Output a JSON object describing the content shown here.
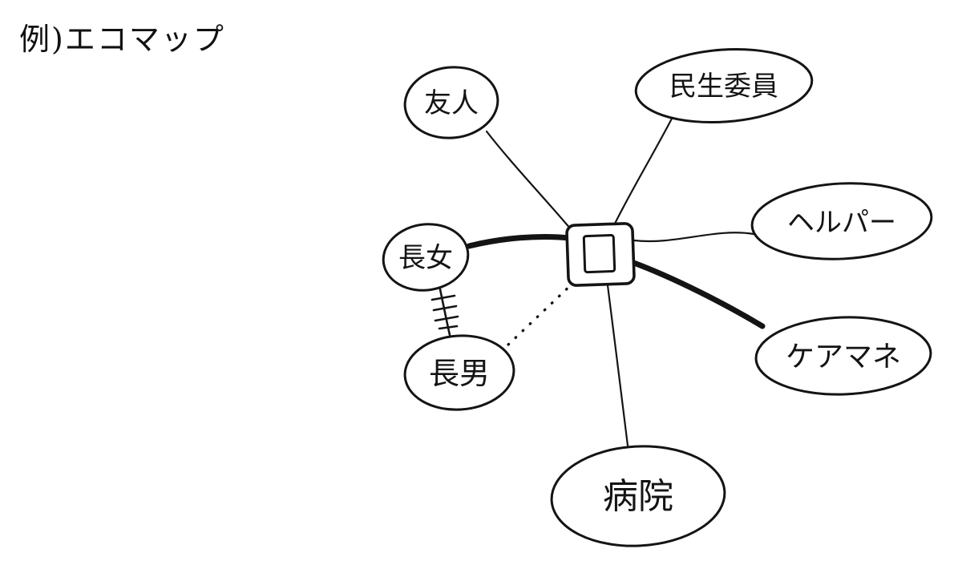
{
  "title": "例)エコマップ",
  "diagram": {
    "type": "ecomap",
    "center": {
      "id": "client",
      "shape": "double-square",
      "label": ""
    },
    "nodes": [
      {
        "id": "friend",
        "label": "友人"
      },
      {
        "id": "welfare-officer",
        "label": "民生委員"
      },
      {
        "id": "helper",
        "label": "ヘルパー"
      },
      {
        "id": "care-manager",
        "label": "ケアマネ"
      },
      {
        "id": "hospital",
        "label": "病院"
      },
      {
        "id": "eldest-daughter",
        "label": "長女"
      },
      {
        "id": "eldest-son",
        "label": "長男"
      }
    ],
    "edges": [
      {
        "from": "client",
        "to": "friend",
        "style": "thin"
      },
      {
        "from": "client",
        "to": "welfare-officer",
        "style": "thin"
      },
      {
        "from": "client",
        "to": "helper",
        "style": "thin"
      },
      {
        "from": "client",
        "to": "care-manager",
        "style": "thick"
      },
      {
        "from": "client",
        "to": "hospital",
        "style": "thin"
      },
      {
        "from": "client",
        "to": "eldest-daughter",
        "style": "thick"
      },
      {
        "from": "client",
        "to": "eldest-son",
        "style": "dotted"
      },
      {
        "from": "eldest-daughter",
        "to": "eldest-son",
        "style": "strained-hatched"
      }
    ],
    "ink_color": "#141414",
    "background_color": "#ffffff"
  }
}
